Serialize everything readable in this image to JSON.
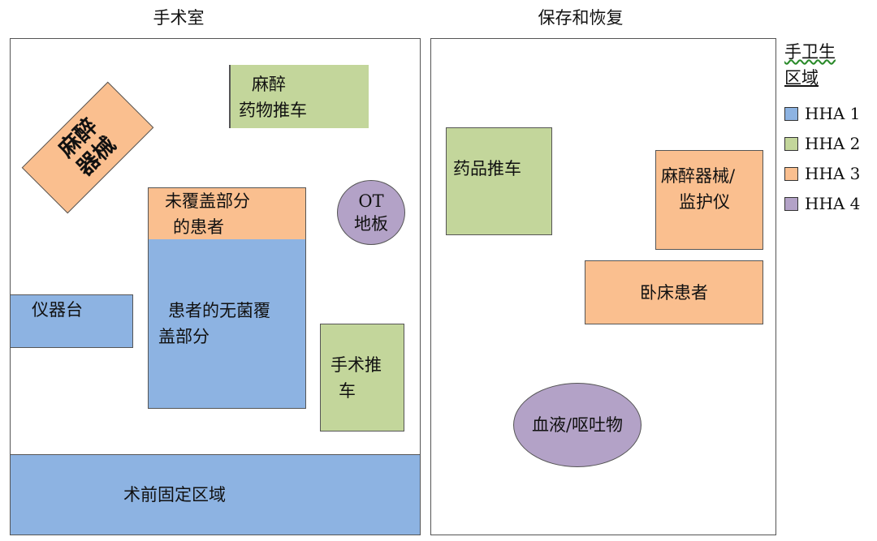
{
  "rooms": {
    "operating": "手术室",
    "recovery": "保存和恢复"
  },
  "shapes": {
    "anesthesia_drug_cart": [
      "麻醉",
      "药物推车"
    ],
    "anesthesia_equipment_rotated": [
      "麻醉",
      "器械"
    ],
    "uncovered_patient": [
      "未覆盖部分",
      "的患者"
    ],
    "ot_floor": [
      "OT",
      "地板"
    ],
    "sterile_covered_patient": [
      "患者的无菌覆",
      "盖部分"
    ],
    "instrument_table": "仪器台",
    "surgical_cart": [
      "手术推",
      "车"
    ],
    "preop_area": "术前固定区域",
    "medicine_cart": "药品推车",
    "anesthesia_monitor": [
      "麻醉器械/",
      "监护仪"
    ],
    "bed_patient": "卧床患者",
    "blood_vomit": "血液/呕吐物"
  },
  "legend": {
    "title": [
      "手卫生",
      "区域"
    ],
    "items": [
      {
        "label": "HHA 1",
        "color": "#8db3e2"
      },
      {
        "label": "HHA 2",
        "color": "#c3d69b"
      },
      {
        "label": "HHA 3",
        "color": "#fabf8f"
      },
      {
        "label": "HHA 4",
        "color": "#b3a2c7"
      }
    ]
  }
}
